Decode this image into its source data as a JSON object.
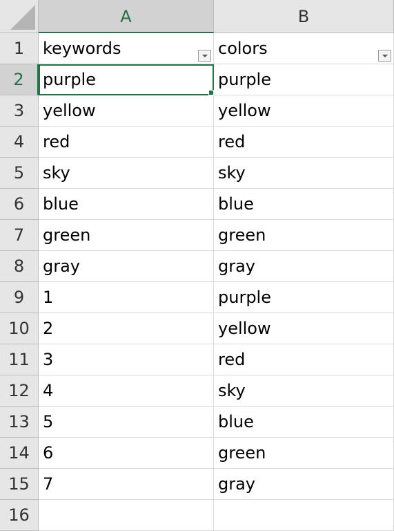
{
  "columns": [
    "A",
    "B"
  ],
  "active_column": "A",
  "active_row": 2,
  "headers": {
    "A": "keywords",
    "B": "colors"
  },
  "rows": [
    {
      "num": "1",
      "a": "keywords",
      "b": "colors"
    },
    {
      "num": "2",
      "a": "purple",
      "b": "purple"
    },
    {
      "num": "3",
      "a": "yellow",
      "b": "yellow"
    },
    {
      "num": "4",
      "a": "red",
      "b": "red"
    },
    {
      "num": "5",
      "a": "sky",
      "b": "sky"
    },
    {
      "num": "6",
      "a": "blue",
      "b": "blue"
    },
    {
      "num": "7",
      "a": "green",
      "b": "green"
    },
    {
      "num": "8",
      "a": "gray",
      "b": "gray"
    },
    {
      "num": "9",
      "a": "1",
      "b": "purple"
    },
    {
      "num": "10",
      "a": "2",
      "b": "yellow"
    },
    {
      "num": "11",
      "a": "3",
      "b": "red"
    },
    {
      "num": "12",
      "a": "4",
      "b": "sky"
    },
    {
      "num": "13",
      "a": "5",
      "b": "blue"
    },
    {
      "num": "14",
      "a": "6",
      "b": "green"
    },
    {
      "num": "15",
      "a": "7",
      "b": "gray"
    },
    {
      "num": "16",
      "a": "",
      "b": ""
    }
  ],
  "colors": {
    "accent": "#217346",
    "header_bg": "#e6e6e6",
    "header_active_bg": "#d2d2d2",
    "gridline": "#dadada"
  }
}
